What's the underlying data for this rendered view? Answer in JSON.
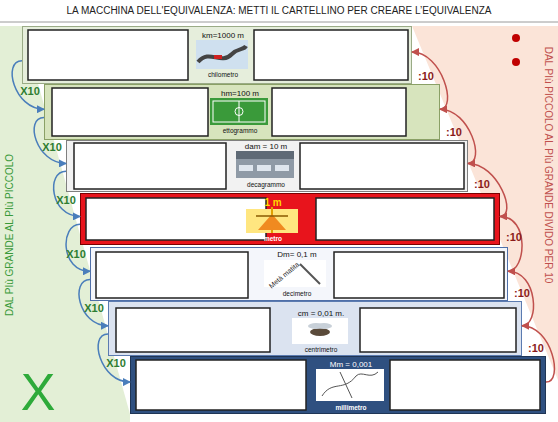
{
  "diagram": {
    "title": "LA MACCHINA DELL'EQUIVALENZA: METTI IL CARTELLINO PER CREARE L’EQUIVALENZA",
    "nodes": [
      {
        "text": [
          "km=1000 m",
          "chilometro"
        ]
      },
      {
        "text": [
          "hm=100 m",
          "ettogrammo"
        ]
      },
      {
        "text": [
          "dam = 10 m",
          "decagrammo"
        ]
      },
      {
        "text": [
          "1 m",
          "metro"
        ]
      },
      {
        "text": [
          "Dm= 0,1 m",
          "Metà matita",
          "decimetro"
        ]
      },
      {
        "text": [
          "cm = 0,01 m.",
          "centrimetro"
        ]
      },
      {
        "text": [
          "Mm = 0,001",
          "millimetro"
        ]
      }
    ],
    "edges": [
      {
        "from": 0,
        "to": 1,
        "label": "X10",
        "arrow": "to"
      },
      {
        "from": 1,
        "to": 2,
        "label": "X10",
        "arrow": "to"
      },
      {
        "from": 2,
        "to": 3,
        "label": "X10",
        "arrow": "to"
      },
      {
        "from": 3,
        "to": 4,
        "label": "X10",
        "arrow": "to"
      },
      {
        "from": 4,
        "to": 5,
        "label": "X10",
        "arrow": "to"
      },
      {
        "from": 5,
        "to": 6,
        "label": "X10",
        "arrow": "to"
      },
      {
        "from": 1,
        "to": 0,
        "label": ":10",
        "arrow": "to"
      },
      {
        "from": 2,
        "to": 1,
        "label": ":10",
        "arrow": "to"
      },
      {
        "from": 3,
        "to": 2,
        "label": ":10",
        "arrow": "to"
      },
      {
        "from": 4,
        "to": 3,
        "label": ":10",
        "arrow": "to"
      },
      {
        "from": 5,
        "to": 4,
        "label": ":10",
        "arrow": "to"
      },
      {
        "from": 6,
        "to": 5,
        "label": ":10",
        "arrow": "to"
      }
    ],
    "labels": [
      "DAL PIù GRANDE AL PIù PICCOLO",
      "X",
      "DAL PIù PICCOLO AL PIù GRANDE DIVIDO PER 10"
    ]
  }
}
